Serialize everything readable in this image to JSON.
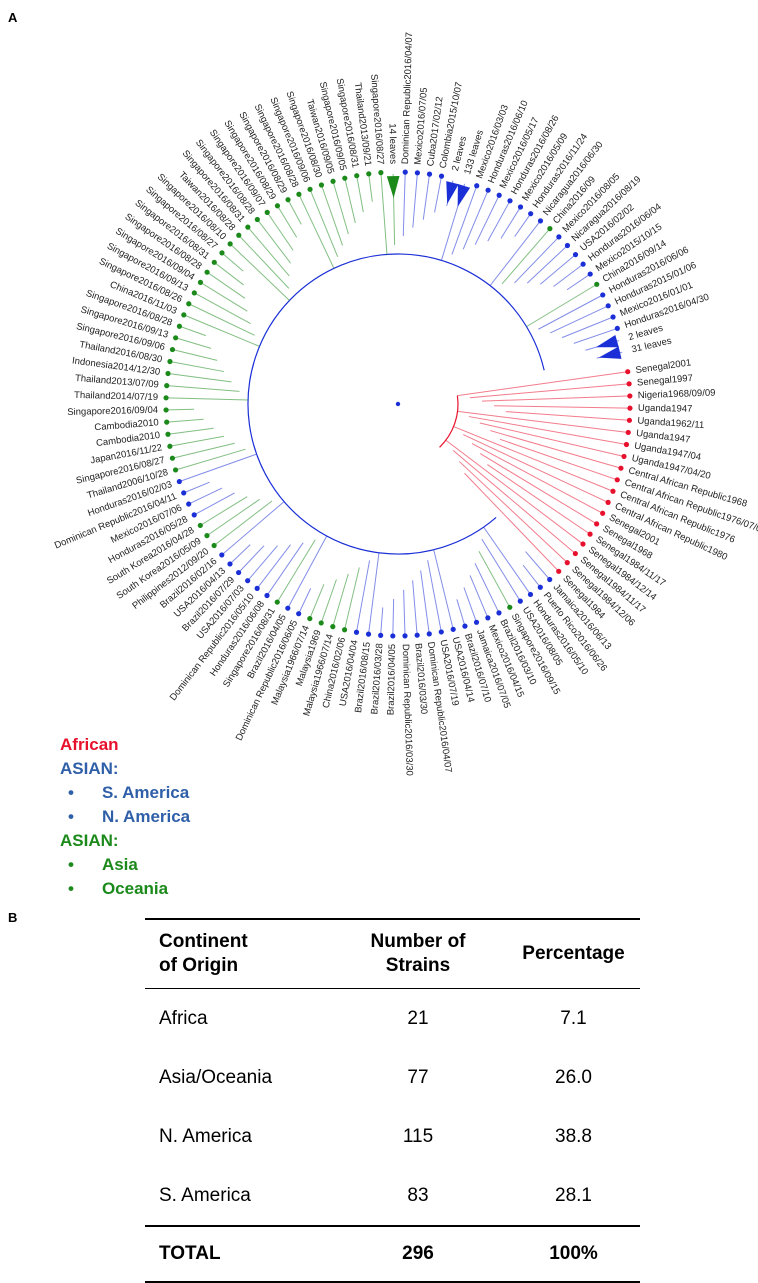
{
  "panels": {
    "a_label": "A",
    "b_label": "B"
  },
  "colors": {
    "african": "#e8112d",
    "americas": "#1b2fd6",
    "asia_oceania": "#1b8a1b",
    "legend_blue": "#2f5fa8"
  },
  "legend": {
    "african": "African",
    "asian_americas_header": "ASIAN:",
    "s_america": "S. America",
    "n_america": "N. America",
    "asian_asia_header": "ASIAN:",
    "asia": "Asia",
    "oceania": "Oceania"
  },
  "tree": {
    "tips": [
      {
        "label": "Senegal2001",
        "group": "african"
      },
      {
        "label": "Senegal1997",
        "group": "african"
      },
      {
        "label": "Nigeria1968/09/09",
        "group": "african"
      },
      {
        "label": "Uganda1947",
        "group": "african"
      },
      {
        "label": "Uganda1962/11",
        "group": "african"
      },
      {
        "label": "Uganda1947",
        "group": "african"
      },
      {
        "label": "Uganda1947/04",
        "group": "african"
      },
      {
        "label": "Uganda1947/04/20",
        "group": "african"
      },
      {
        "label": "Central African Republic1968",
        "group": "african"
      },
      {
        "label": "Central African Republic1976/07/01",
        "group": "african"
      },
      {
        "label": "Central African Republic1976",
        "group": "african"
      },
      {
        "label": "Central African Republic1980",
        "group": "african"
      },
      {
        "label": "Senegal2001",
        "group": "african"
      },
      {
        "label": "Senegal1968",
        "group": "african"
      },
      {
        "label": "Senegal1984/11/17",
        "group": "african"
      },
      {
        "label": "Senegal1984/12/14",
        "group": "african"
      },
      {
        "label": "Senegal1984/11/17",
        "group": "african"
      },
      {
        "label": "Senegal1984/12/06",
        "group": "african"
      },
      {
        "label": "Senegal1984",
        "group": "african"
      },
      {
        "label": "Jamaica2016/06/13",
        "group": "americas"
      },
      {
        "label": "Puerto Rico2016/06/26",
        "group": "americas"
      },
      {
        "label": "Honduras2016/05/10",
        "group": "americas"
      },
      {
        "label": "USA2016/08/05",
        "group": "americas"
      },
      {
        "label": "Singapore2016/09/15",
        "group": "asia_oceania"
      },
      {
        "label": "Brazil2016/03/10",
        "group": "americas"
      },
      {
        "label": "Mexico2016/04/15",
        "group": "americas"
      },
      {
        "label": "Jamaica2016/07/05",
        "group": "americas"
      },
      {
        "label": "Brazil2016/07/10",
        "group": "americas"
      },
      {
        "label": "USA2016/04/14",
        "group": "americas"
      },
      {
        "label": "USA2016/07/19",
        "group": "americas"
      },
      {
        "label": "Dominican Republic2016/04/07",
        "group": "americas"
      },
      {
        "label": "Brazil2016/03/30",
        "group": "americas"
      },
      {
        "label": "Dominican Republic2016/03/30",
        "group": "americas"
      },
      {
        "label": "Brazil2016/04/05",
        "group": "americas"
      },
      {
        "label": "Brazil2016/03/28",
        "group": "americas"
      },
      {
        "label": "Brazil2016/08/15",
        "group": "americas"
      },
      {
        "label": "USA2016/04/04",
        "group": "americas"
      },
      {
        "label": "China2016/02/06",
        "group": "asia_oceania"
      },
      {
        "label": "Malaysia1966/07/14",
        "group": "asia_oceania"
      },
      {
        "label": "Malaysia1969",
        "group": "asia_oceania"
      },
      {
        "label": "Malaysia1966/07/14",
        "group": "asia_oceania"
      },
      {
        "label": "Dominican Republic2016/06/05",
        "group": "americas"
      },
      {
        "label": "Brazil2016/04/05",
        "group": "americas"
      },
      {
        "label": "Singapore2016/08/31",
        "group": "asia_oceania"
      },
      {
        "label": "Honduras2016/06/08",
        "group": "americas"
      },
      {
        "label": "Dominican Republic2016/05/10",
        "group": "americas"
      },
      {
        "label": "USA2016/07/03",
        "group": "americas"
      },
      {
        "label": "Brazil2016/07/29",
        "group": "americas"
      },
      {
        "label": "USA2016/04/13",
        "group": "americas"
      },
      {
        "label": "Brazil2016/02/16",
        "group": "americas"
      },
      {
        "label": "Philippines2012/09/20",
        "group": "asia_oceania"
      },
      {
        "label": "South Korea2016/05/09",
        "group": "asia_oceania"
      },
      {
        "label": "South Korea2016/04/28",
        "group": "asia_oceania"
      },
      {
        "label": "Honduras2016/05/28",
        "group": "americas"
      },
      {
        "label": "Mexico2016/07/06",
        "group": "americas"
      },
      {
        "label": "Dominican Republic2016/04/11",
        "group": "americas"
      },
      {
        "label": "Honduras2016/02/03",
        "group": "americas"
      },
      {
        "label": "Thailand2006/10/28",
        "group": "asia_oceania"
      },
      {
        "label": "Singapore2016/08/27",
        "group": "asia_oceania"
      },
      {
        "label": "Japan2016/11/22",
        "group": "asia_oceania"
      },
      {
        "label": "Cambodia2010",
        "group": "asia_oceania"
      },
      {
        "label": "Cambodia2010",
        "group": "asia_oceania"
      },
      {
        "label": "Singapore2016/09/04",
        "group": "asia_oceania"
      },
      {
        "label": "Thailand2014/07/19",
        "group": "asia_oceania"
      },
      {
        "label": "Thailand2013/07/09",
        "group": "asia_oceania"
      },
      {
        "label": "Indonesia2014/12/30",
        "group": "asia_oceania"
      },
      {
        "label": "Thailand2016/08/30",
        "group": "asia_oceania"
      },
      {
        "label": "Singapore2016/09/06",
        "group": "asia_oceania"
      },
      {
        "label": "Singapore2016/09/13",
        "group": "asia_oceania"
      },
      {
        "label": "Singapore2016/08/28",
        "group": "asia_oceania"
      },
      {
        "label": "China2016/11/03",
        "group": "asia_oceania"
      },
      {
        "label": "Singapore2016/08/26",
        "group": "asia_oceania"
      },
      {
        "label": "Singapore2016/09/13",
        "group": "asia_oceania"
      },
      {
        "label": "Singapore2016/09/04",
        "group": "asia_oceania"
      },
      {
        "label": "Singapore2016/08/28",
        "group": "asia_oceania"
      },
      {
        "label": "Singapore2016/08/31",
        "group": "asia_oceania"
      },
      {
        "label": "Singapore2016/08/27",
        "group": "asia_oceania"
      },
      {
        "label": "Singapore2016/08/10",
        "group": "asia_oceania"
      },
      {
        "label": "Taiwan2016/08/28",
        "group": "asia_oceania"
      },
      {
        "label": "Singapore2016/08/31",
        "group": "asia_oceania"
      },
      {
        "label": "Singapore2016/08/28",
        "group": "asia_oceania"
      },
      {
        "label": "Singapore2016/09/07",
        "group": "asia_oceania"
      },
      {
        "label": "Singapore2016/08/29",
        "group": "asia_oceania"
      },
      {
        "label": "Singapore2016/08/29",
        "group": "asia_oceania"
      },
      {
        "label": "Singapore2016/08/28",
        "group": "asia_oceania"
      },
      {
        "label": "Singapore2016/09/06",
        "group": "asia_oceania"
      },
      {
        "label": "Singapore2016/08/30",
        "group": "asia_oceania"
      },
      {
        "label": "Taiwan2016/09/05",
        "group": "asia_oceania"
      },
      {
        "label": "Singapore2016/09/05",
        "group": "asia_oceania"
      },
      {
        "label": "Singapore2016/08/31",
        "group": "asia_oceania"
      },
      {
        "label": "Thailand2013/09/21",
        "group": "asia_oceania"
      },
      {
        "label": "Singapore2016/08/27",
        "group": "asia_oceania"
      },
      {
        "label": "14 leaves",
        "group": "asia_oceania",
        "collapsed": true
      },
      {
        "label": "Dominican Republic2016/04/07",
        "group": "americas"
      },
      {
        "label": "Mexico2016/07/05",
        "group": "americas"
      },
      {
        "label": "Cuba2017/02/12",
        "group": "americas"
      },
      {
        "label": "Colombia2015/10/07",
        "group": "americas"
      },
      {
        "label": "2 leaves",
        "group": "americas",
        "collapsed": true
      },
      {
        "label": "133 leaves",
        "group": "americas",
        "collapsed": true
      },
      {
        "label": "Mexico2016/03/03",
        "group": "americas"
      },
      {
        "label": "Honduras2016/06/10",
        "group": "americas"
      },
      {
        "label": "Mexico2016/05/17",
        "group": "americas"
      },
      {
        "label": "Honduras2016/08/26",
        "group": "americas"
      },
      {
        "label": "Mexico2016/05/09",
        "group": "americas"
      },
      {
        "label": "Honduras2016/11/24",
        "group": "americas"
      },
      {
        "label": "Nicaragua2016/06/30",
        "group": "americas"
      },
      {
        "label": "China2016/09",
        "group": "asia_oceania"
      },
      {
        "label": "Mexico2016/08/05",
        "group": "americas"
      },
      {
        "label": "Nicaragua2016/08/19",
        "group": "americas"
      },
      {
        "label": "USA2016/02/02",
        "group": "americas"
      },
      {
        "label": "Honduras2016/06/04",
        "group": "americas"
      },
      {
        "label": "Mexico2015/10/15",
        "group": "americas"
      },
      {
        "label": "China2016/09/14",
        "group": "asia_oceania"
      },
      {
        "label": "Honduras2016/06/06",
        "group": "americas"
      },
      {
        "label": "Honduras2015/01/06",
        "group": "americas"
      },
      {
        "label": "Mexico2016/01/01",
        "group": "americas"
      },
      {
        "label": "Honduras2016/04/30",
        "group": "americas"
      },
      {
        "label": "2 leaves",
        "group": "americas",
        "collapsed": true
      },
      {
        "label": "31 leaves",
        "group": "americas",
        "collapsed": true
      }
    ]
  },
  "table": {
    "headers": {
      "col1_line1": "Continent",
      "col1_line2": "of Origin",
      "col2_line1": "Number of",
      "col2_line2": "Strains",
      "col3": "Percentage"
    },
    "rows": [
      {
        "continent": "Africa",
        "strains": "21",
        "percentage": "7.1"
      },
      {
        "continent": "Asia/Oceania",
        "strains": "77",
        "percentage": "26.0"
      },
      {
        "continent": "N. America",
        "strains": "115",
        "percentage": "38.8"
      },
      {
        "continent": "S. America",
        "strains": "83",
        "percentage": "28.1"
      }
    ],
    "total": {
      "continent": "TOTAL",
      "strains": "296",
      "percentage": "100%"
    }
  }
}
